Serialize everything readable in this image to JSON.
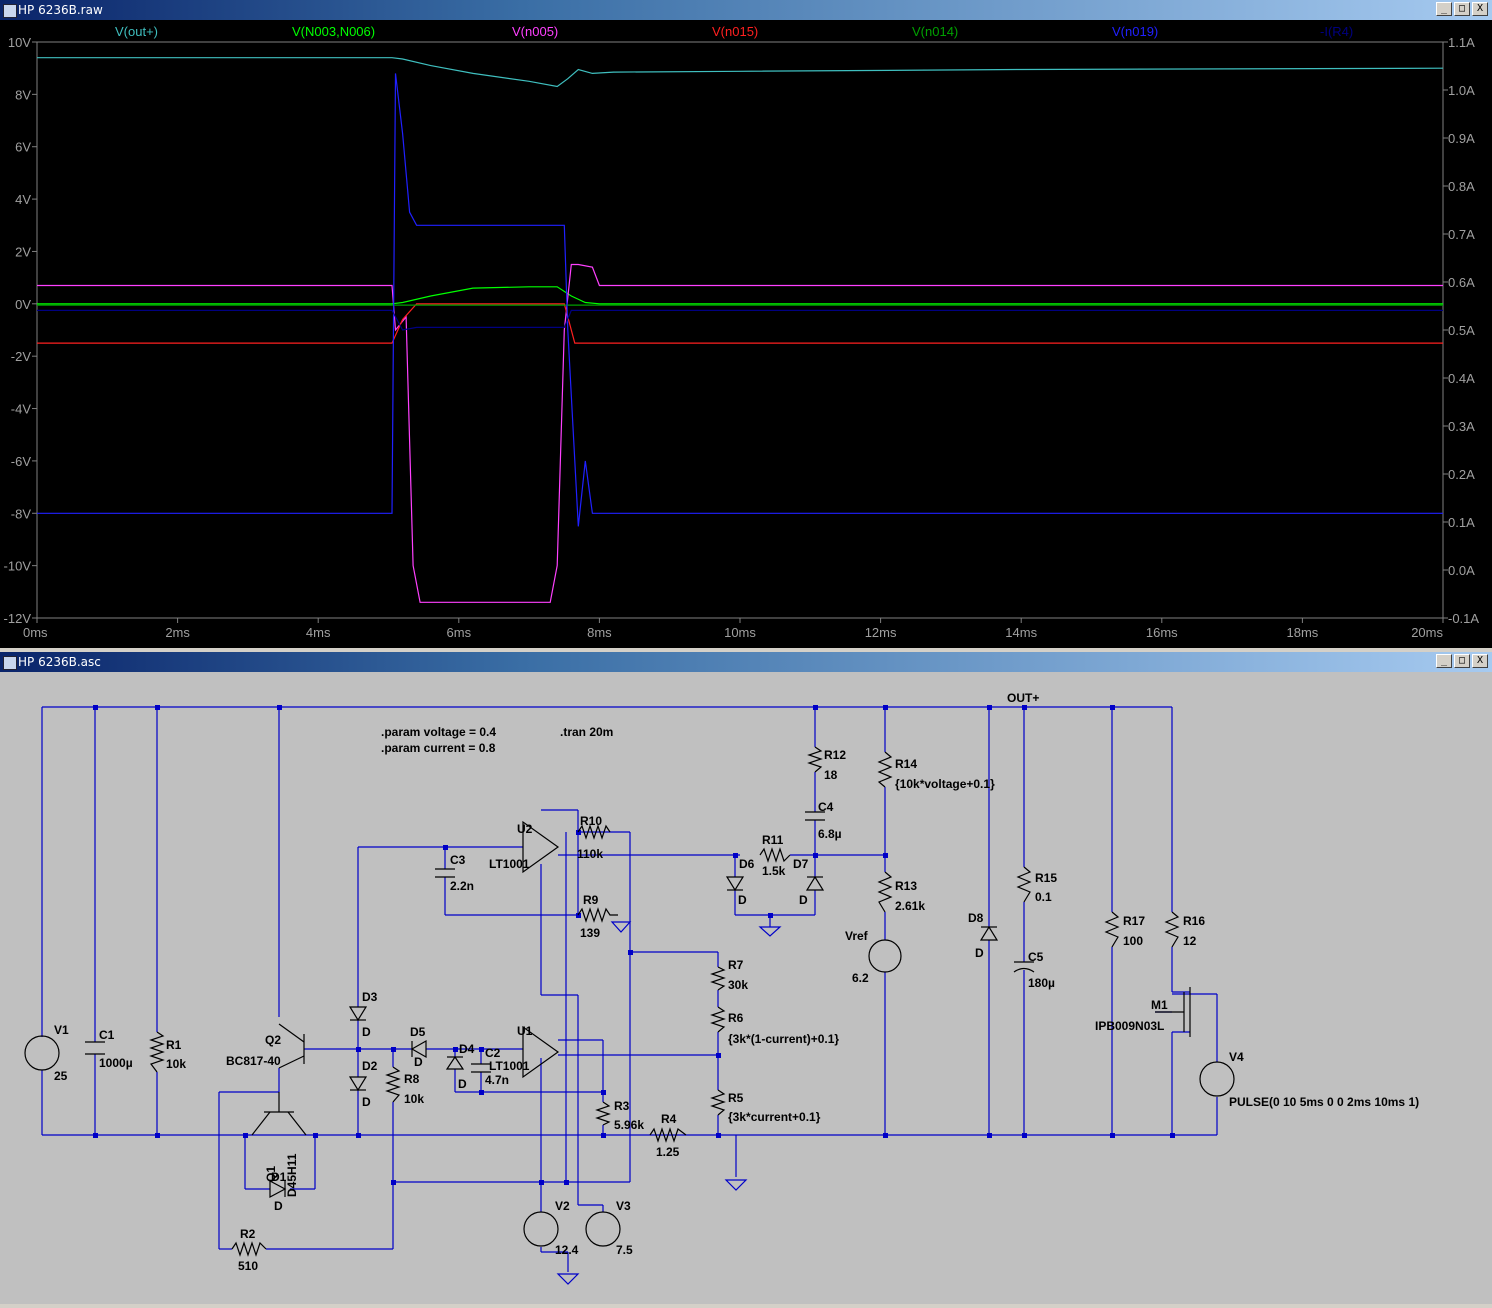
{
  "plot_window": {
    "title": "HP 6236B.raw",
    "buttons": [
      "_",
      "□",
      "X"
    ]
  },
  "schematic_window": {
    "title": "HP 6236B.asc",
    "buttons": [
      "_",
      "□",
      "X"
    ]
  },
  "chart_data": {
    "type": "line",
    "title": "",
    "xlabel": "",
    "ylabel": "",
    "xlim": [
      0,
      20
    ],
    "ylim": [
      -12,
      10
    ],
    "y2lim": [
      -0.1,
      1.1
    ],
    "x_tick_labels": [
      "0ms",
      "2ms",
      "4ms",
      "6ms",
      "8ms",
      "10ms",
      "12ms",
      "14ms",
      "16ms",
      "18ms",
      "20ms"
    ],
    "y_tick_labels": [
      "10V",
      "8V",
      "6V",
      "4V",
      "2V",
      "0V",
      "-2V",
      "-4V",
      "-6V",
      "-8V",
      "-10V",
      "-12V"
    ],
    "y2_tick_labels": [
      "1.1A",
      "1.0A",
      "0.9A",
      "0.8A",
      "0.7A",
      "0.6A",
      "0.5A",
      "0.4A",
      "0.3A",
      "0.2A",
      "0.1A",
      "0.0A",
      "-0.1A"
    ],
    "legend_position": "top",
    "background": "#000000",
    "series": [
      {
        "name": "V(out+)",
        "color": "#3fbfbf",
        "axis": "left",
        "x": [
          0,
          5.05,
          5.2,
          5.6,
          6.2,
          7.0,
          7.4,
          7.55,
          7.7,
          7.9,
          8.2,
          10,
          14,
          20
        ],
        "y": [
          9.4,
          9.4,
          9.35,
          9.1,
          8.8,
          8.5,
          8.3,
          8.6,
          8.95,
          8.8,
          8.85,
          8.88,
          8.95,
          9.0
        ]
      },
      {
        "name": "V(N003,N006)",
        "color": "#00ff00",
        "axis": "left",
        "x": [
          0,
          5.05,
          5.2,
          5.6,
          6.2,
          7.0,
          7.4,
          7.6,
          7.8,
          8.0,
          20
        ],
        "y": [
          0.0,
          0.0,
          0.05,
          0.3,
          0.6,
          0.65,
          0.65,
          0.3,
          0.05,
          0.0,
          0.0
        ]
      },
      {
        "name": "V(n005)",
        "color": "#ff40ff",
        "axis": "left",
        "x": [
          0,
          5.05,
          5.1,
          5.25,
          5.35,
          5.45,
          6.0,
          7.3,
          7.4,
          7.5,
          7.6,
          7.7,
          7.9,
          8.0,
          20
        ],
        "y": [
          0.7,
          0.7,
          -1.0,
          -0.5,
          -10.0,
          -11.4,
          -11.4,
          -11.4,
          -10.0,
          -1.0,
          1.5,
          1.5,
          1.4,
          0.7,
          0.7
        ]
      },
      {
        "name": "V(n015)",
        "color": "#ff2020",
        "axis": "left",
        "x": [
          0,
          5.05,
          5.2,
          5.4,
          7.5,
          7.65,
          20
        ],
        "y": [
          -1.5,
          -1.5,
          -0.6,
          0.0,
          0.0,
          -1.5,
          -1.5
        ]
      },
      {
        "name": "V(n014)",
        "color": "#00a000",
        "axis": "left",
        "x": [
          0,
          20
        ],
        "y": [
          -0.05,
          -0.05
        ]
      },
      {
        "name": "V(n019)",
        "color": "#2020ff",
        "axis": "left",
        "x": [
          0,
          5.05,
          5.1,
          5.2,
          5.3,
          5.4,
          7.5,
          7.55,
          7.7,
          7.8,
          7.9,
          8.0,
          20
        ],
        "y": [
          -8.0,
          -8.0,
          8.8,
          6.5,
          3.5,
          3.0,
          3.0,
          -1.0,
          -8.5,
          -6.0,
          -8.0,
          -8.0,
          -8.0
        ]
      },
      {
        "name": "-I(R4)",
        "color": "#000080",
        "axis": "left",
        "x": [
          0,
          5.05,
          5.2,
          5.4,
          7.5,
          7.6,
          20
        ],
        "y": [
          -0.25,
          -0.25,
          -1.0,
          -0.9,
          -0.9,
          -0.25,
          -0.25
        ]
      }
    ]
  },
  "schematic": {
    "directives": [
      ".param voltage = 0.4",
      ".param current = 0.8",
      ".tran 20m"
    ],
    "net_labels": [
      "OUT+"
    ],
    "components": [
      {
        "ref": "V1",
        "value": "25"
      },
      {
        "ref": "C1",
        "value": "1000µ"
      },
      {
        "ref": "R1",
        "value": "10k"
      },
      {
        "ref": "Q2",
        "value": "BC817-40"
      },
      {
        "ref": "Q1",
        "value": "D45H11"
      },
      {
        "ref": "D1",
        "value": "D"
      },
      {
        "ref": "R2",
        "value": "510"
      },
      {
        "ref": "D3",
        "value": "D"
      },
      {
        "ref": "D2",
        "value": "D"
      },
      {
        "ref": "R8",
        "value": "10k"
      },
      {
        "ref": "D5",
        "value": "D"
      },
      {
        "ref": "D4",
        "value": "D"
      },
      {
        "ref": "C2",
        "value": "4.7n"
      },
      {
        "ref": "C3",
        "value": "2.2n"
      },
      {
        "ref": "U2",
        "value": "LT1001"
      },
      {
        "ref": "U1",
        "value": "LT1001"
      },
      {
        "ref": "R10",
        "value": "110k"
      },
      {
        "ref": "R9",
        "value": "139"
      },
      {
        "ref": "R3",
        "value": "5.96k"
      },
      {
        "ref": "R4",
        "value": "1.25"
      },
      {
        "ref": "V2",
        "value": "12.4"
      },
      {
        "ref": "V3",
        "value": "7.5"
      },
      {
        "ref": "R7",
        "value": "30k"
      },
      {
        "ref": "R6",
        "value": "{3k*(1-current)+0.1}"
      },
      {
        "ref": "R5",
        "value": "{3k*current+0.1}"
      },
      {
        "ref": "R12",
        "value": "18"
      },
      {
        "ref": "C4",
        "value": "6.8µ"
      },
      {
        "ref": "R11",
        "value": "1.5k"
      },
      {
        "ref": "D6",
        "value": "D"
      },
      {
        "ref": "D7",
        "value": "D"
      },
      {
        "ref": "R14",
        "value": "{10k*voltage+0.1}"
      },
      {
        "ref": "R13",
        "value": "2.61k"
      },
      {
        "ref": "Vref",
        "value": "6.2"
      },
      {
        "ref": "D8",
        "value": "D"
      },
      {
        "ref": "R15",
        "value": "0.1"
      },
      {
        "ref": "C5",
        "value": "180µ"
      },
      {
        "ref": "R17",
        "value": "100"
      },
      {
        "ref": "R16",
        "value": "12"
      },
      {
        "ref": "M1",
        "value": "IPB009N03L"
      },
      {
        "ref": "V4",
        "value": "PULSE(0 10 5ms 0 0 2ms 10ms 1)"
      }
    ]
  }
}
